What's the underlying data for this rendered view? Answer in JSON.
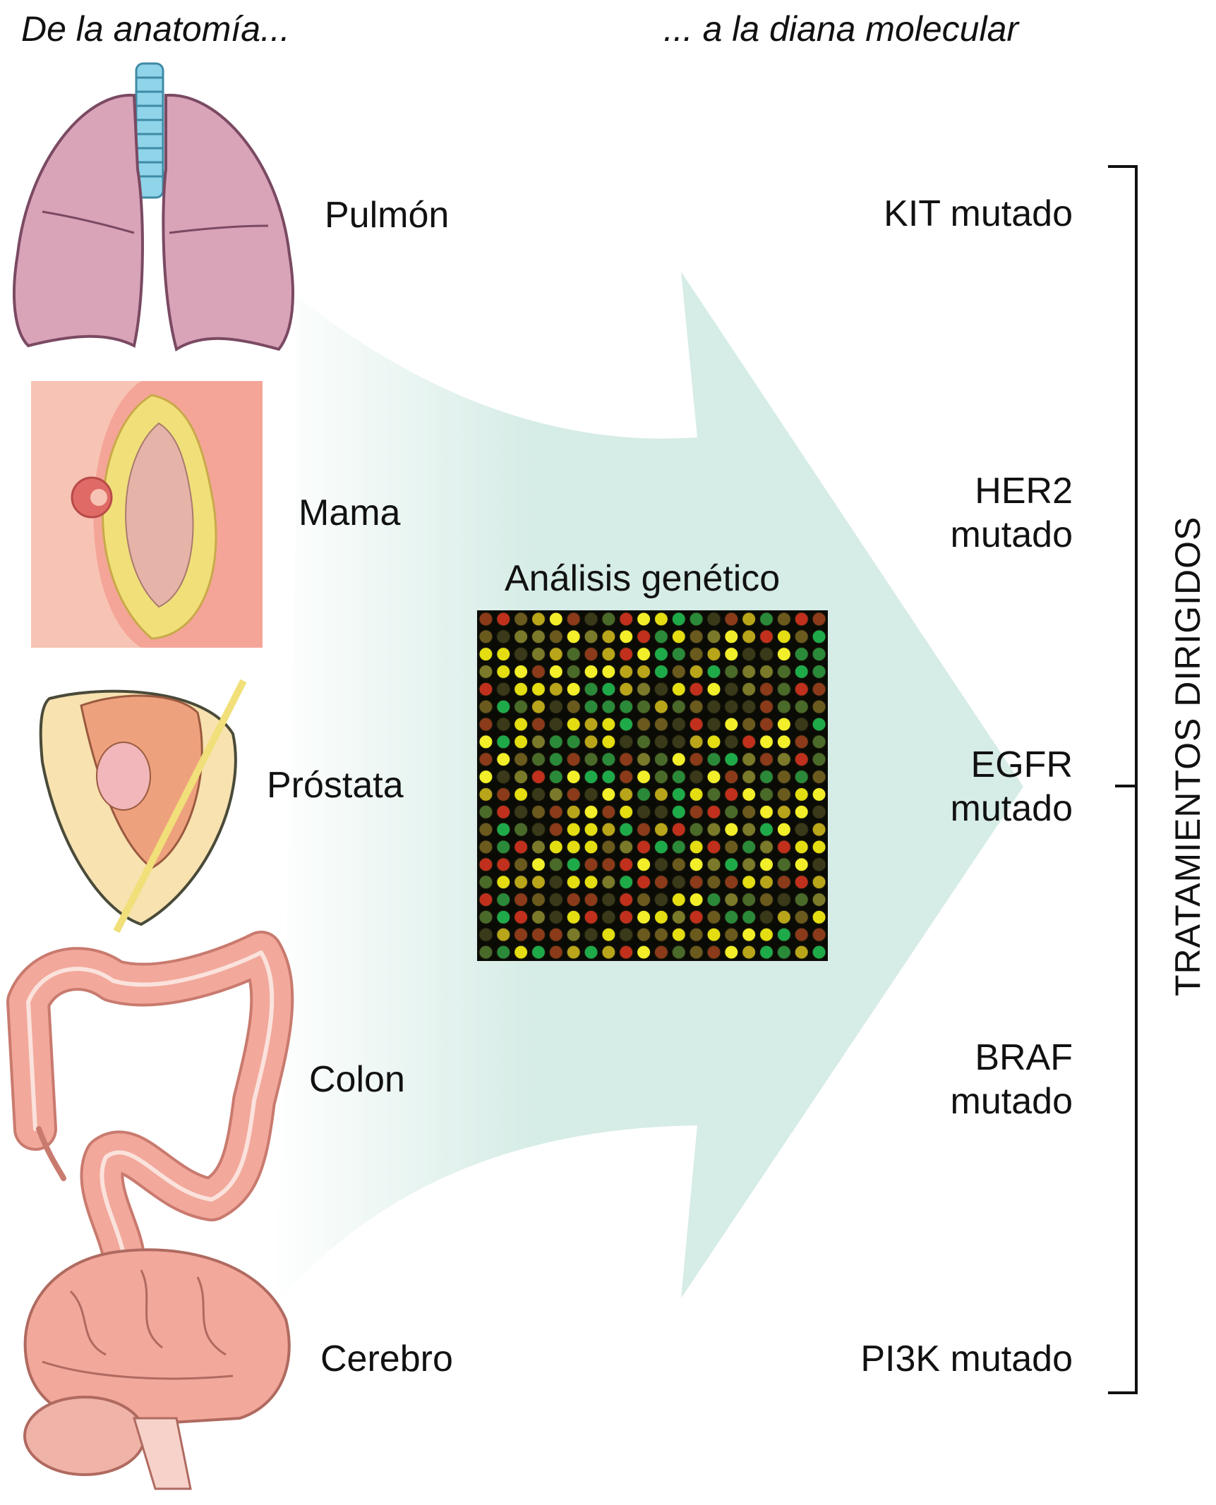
{
  "header": {
    "left": "De la anatomía...",
    "right": "... a la diana molecular"
  },
  "organs": [
    {
      "label": "Pulmón",
      "icon": "lungs-icon"
    },
    {
      "label": "Mama",
      "icon": "breast-icon"
    },
    {
      "label": "Próstata",
      "icon": "prostate-icon"
    },
    {
      "label": "Colon",
      "icon": "colon-icon"
    },
    {
      "label": "Cerebro",
      "icon": "brain-icon"
    }
  ],
  "analysis": {
    "label": "Análisis genético",
    "icon": "dna-microarray-icon"
  },
  "targets": [
    {
      "label": "KIT mutado"
    },
    {
      "label": "HER2\nmutado"
    },
    {
      "label": "EGFR\nmutado"
    },
    {
      "label": "BRAF\nmutado"
    },
    {
      "label": "PI3K mutado"
    }
  ],
  "bracket": {
    "label": "TRATAMIENTOS DIRIGIDOS"
  },
  "colors": {
    "arrow": "#d6ece6",
    "organ_pink": "#d9a3b8",
    "skin": "#f4a597",
    "fat": "#f1df7a",
    "bronchus": "#8fd4e8"
  }
}
